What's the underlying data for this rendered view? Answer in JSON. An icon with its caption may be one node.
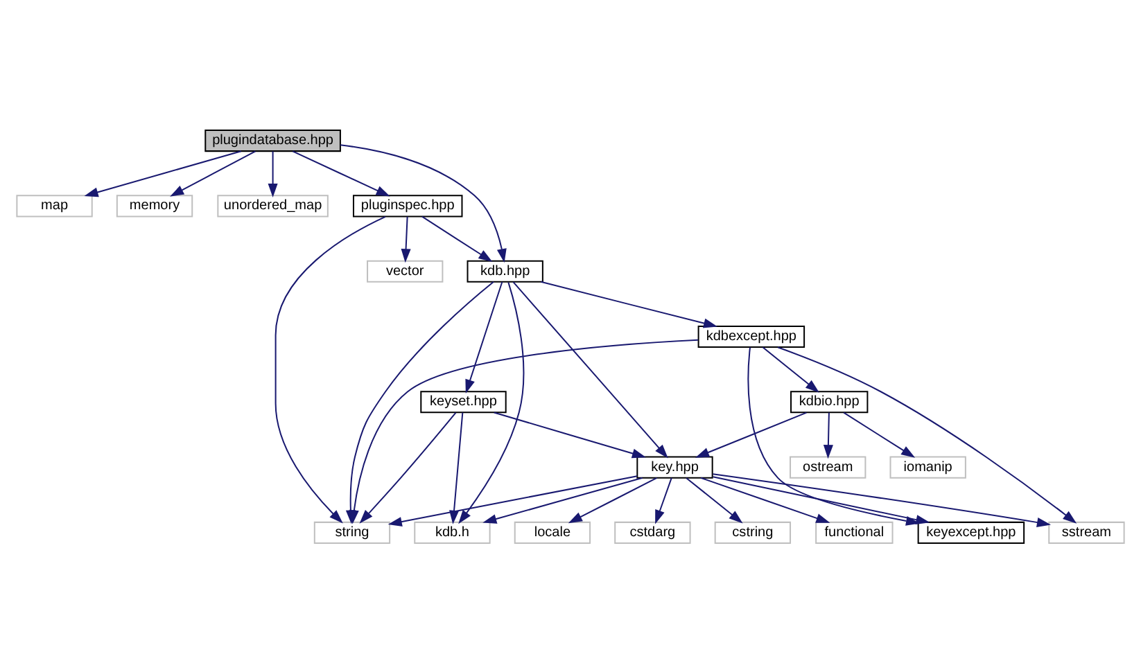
{
  "diagram": {
    "nodes": [
      {
        "text": [
          "plugindatabase.hpp"
        ]
      },
      {
        "text": [
          "map"
        ]
      },
      {
        "text": [
          "memory"
        ]
      },
      {
        "text": [
          "unordered_map"
        ]
      },
      {
        "text": [
          "pluginspec.hpp"
        ]
      },
      {
        "text": [
          "kdb.hpp"
        ]
      },
      {
        "text": [
          "vector"
        ]
      },
      {
        "text": [
          "string"
        ]
      },
      {
        "text": [
          "kdbexcept.hpp"
        ]
      },
      {
        "text": [
          "keyset.hpp"
        ]
      },
      {
        "text": [
          "kdbio.hpp"
        ]
      },
      {
        "text": [
          "key.hpp"
        ]
      },
      {
        "text": [
          "ostream"
        ]
      },
      {
        "text": [
          "iomanip"
        ]
      },
      {
        "text": [
          "kdb.h"
        ]
      },
      {
        "text": [
          "locale"
        ]
      },
      {
        "text": [
          "cstdarg"
        ]
      },
      {
        "text": [
          "cstring"
        ]
      },
      {
        "text": [
          "functional"
        ]
      },
      {
        "text": [
          "keyexcept.hpp"
        ]
      },
      {
        "text": [
          "sstream"
        ]
      }
    ],
    "edges": [
      {
        "from": 0,
        "to": 1,
        "arrow": "to"
      },
      {
        "from": 0,
        "to": 2,
        "arrow": "to"
      },
      {
        "from": 0,
        "to": 3,
        "arrow": "to"
      },
      {
        "from": 0,
        "to": 4,
        "arrow": "to"
      },
      {
        "from": 0,
        "to": 5,
        "arrow": "to"
      },
      {
        "from": 4,
        "to": 5,
        "arrow": "to"
      },
      {
        "from": 4,
        "to": 6,
        "arrow": "to"
      },
      {
        "from": 4,
        "to": 7,
        "arrow": "to"
      },
      {
        "from": 5,
        "to": 14,
        "arrow": "to"
      },
      {
        "from": 5,
        "to": 11,
        "arrow": "to"
      },
      {
        "from": 5,
        "to": 9,
        "arrow": "to"
      },
      {
        "from": 5,
        "to": 8,
        "arrow": "to"
      },
      {
        "from": 5,
        "to": 7,
        "arrow": "to"
      },
      {
        "from": 8,
        "to": 19,
        "arrow": "to"
      },
      {
        "from": 8,
        "to": 20,
        "arrow": "to"
      },
      {
        "from": 8,
        "to": 10,
        "arrow": "to"
      },
      {
        "from": 8,
        "to": 7,
        "arrow": "to"
      },
      {
        "from": 9,
        "to": 11,
        "arrow": "to"
      },
      {
        "from": 9,
        "to": 14,
        "arrow": "to"
      },
      {
        "from": 9,
        "to": 7,
        "arrow": "to"
      },
      {
        "from": 10,
        "to": 11,
        "arrow": "to"
      },
      {
        "from": 10,
        "to": 12,
        "arrow": "to"
      },
      {
        "from": 10,
        "to": 13,
        "arrow": "to"
      },
      {
        "from": 11,
        "to": 14,
        "arrow": "to"
      },
      {
        "from": 11,
        "to": 15,
        "arrow": "to"
      },
      {
        "from": 11,
        "to": 16,
        "arrow": "to"
      },
      {
        "from": 11,
        "to": 17,
        "arrow": "to"
      },
      {
        "from": 11,
        "to": 18,
        "arrow": "to"
      },
      {
        "from": 11,
        "to": 19,
        "arrow": "to"
      },
      {
        "from": 11,
        "to": 20,
        "arrow": "to"
      },
      {
        "from": 11,
        "to": 7,
        "arrow": "to"
      }
    ]
  }
}
